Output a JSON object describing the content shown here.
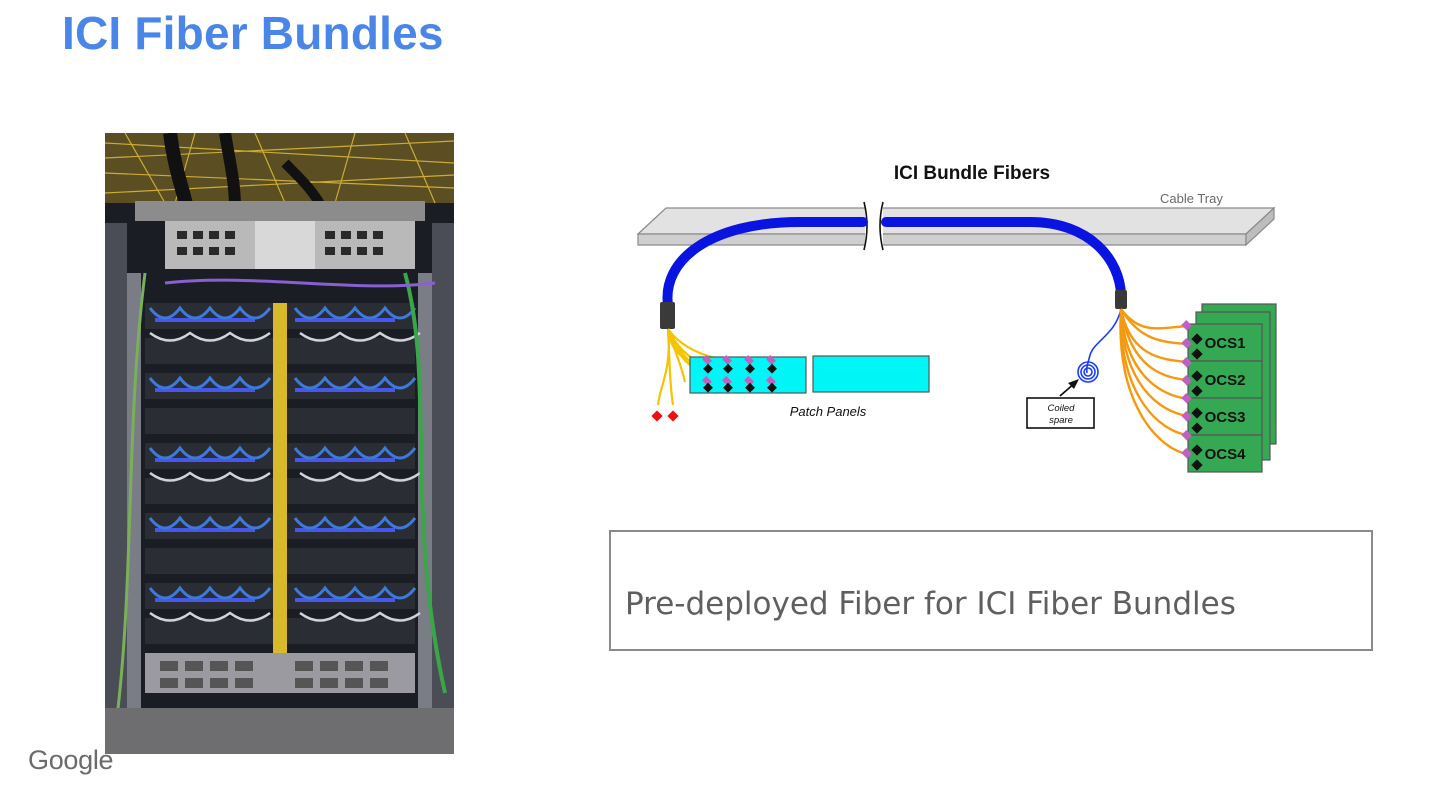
{
  "slide": {
    "title": "ICI Fiber Bundles",
    "caption": "Pre-deployed Fiber for ICI Fiber Bundles",
    "logo": "Google"
  },
  "photo": {
    "subject": "server-rack-with-fiber-bundles"
  },
  "diagram": {
    "title": "ICI Bundle Fibers",
    "cable_tray_label": "Cable Tray",
    "patch_panels_label": "Patch Panels",
    "coiled_spare_line1": "Coiled",
    "coiled_spare_line2": "spare",
    "ocs_labels": [
      "OCS1",
      "OCS2",
      "OCS3",
      "OCS4"
    ],
    "colors": {
      "bundle": "#0a14e0",
      "fiber_left": "#f5c400",
      "fiber_right": "#f59a10",
      "patch_panel": "#00f6f6",
      "ocs": "#34a853",
      "tray": "#d4d4d4",
      "spare": "#1a3cff"
    }
  }
}
